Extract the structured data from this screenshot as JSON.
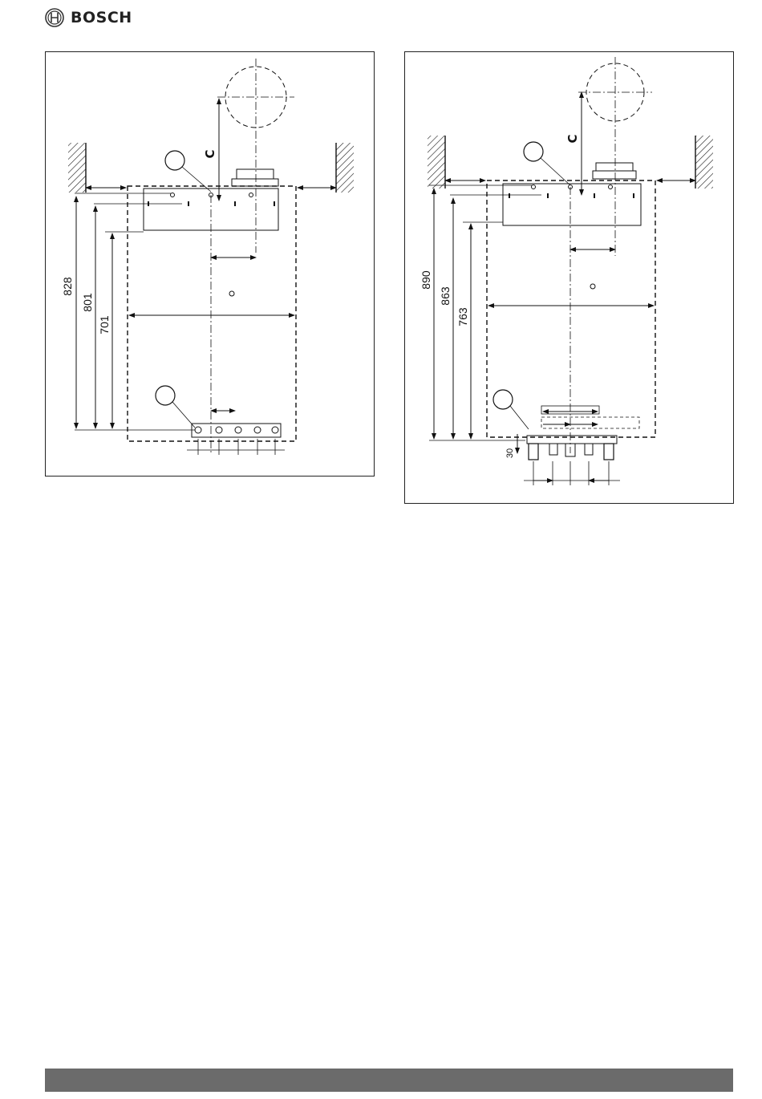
{
  "header": {
    "brand": "BOSCH",
    "logo_icon": "bosch-armature-logo"
  },
  "figures": {
    "left": {
      "dimensions": {
        "d1": "828",
        "d2": "801",
        "d3": "701",
        "clearance": "C"
      }
    },
    "right": {
      "dimensions": {
        "d1": "890",
        "d2": "863",
        "d3": "763",
        "d4": "30",
        "clearance": "C"
      }
    }
  },
  "footer": {
    "bar_color": "#6b6b6b"
  }
}
